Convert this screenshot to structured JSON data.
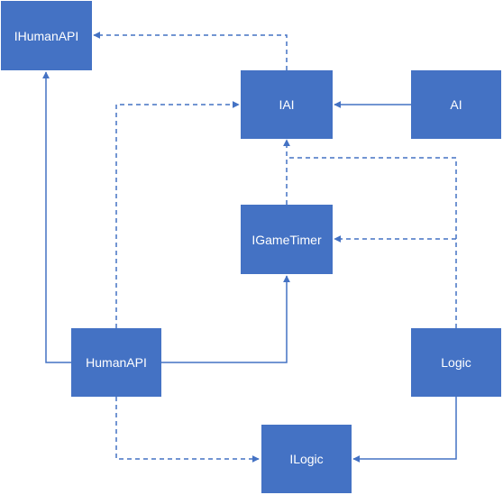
{
  "diagram": {
    "nodes": {
      "ihumanapi": "IHumanAPI",
      "iai": "IAI",
      "ai": "AI",
      "igametimer": "IGameTimer",
      "humanapi": "HumanAPI",
      "logic": "Logic",
      "ilogic": "ILogic"
    },
    "colors": {
      "box_fill": "#4472c4",
      "edge": "#4472c4",
      "text": "#ffffff"
    },
    "edges": [
      {
        "from": "iai",
        "to": "ihumanapi",
        "style": "dashed"
      },
      {
        "from": "ai",
        "to": "iai",
        "style": "solid"
      },
      {
        "from": "humanapi",
        "to": "iai",
        "style": "dashed"
      },
      {
        "from": "humanapi",
        "to": "ihumanapi",
        "style": "solid"
      },
      {
        "from": "igametimer",
        "to": "iai",
        "style": "dashed"
      },
      {
        "from": "logic",
        "to": "iai",
        "style": "dashed"
      },
      {
        "from": "logic",
        "to": "igametimer",
        "style": "dashed"
      },
      {
        "from": "humanapi",
        "to": "igametimer",
        "style": "solid"
      },
      {
        "from": "humanapi",
        "to": "ilogic",
        "style": "dashed"
      },
      {
        "from": "logic",
        "to": "ilogic",
        "style": "solid"
      }
    ]
  }
}
